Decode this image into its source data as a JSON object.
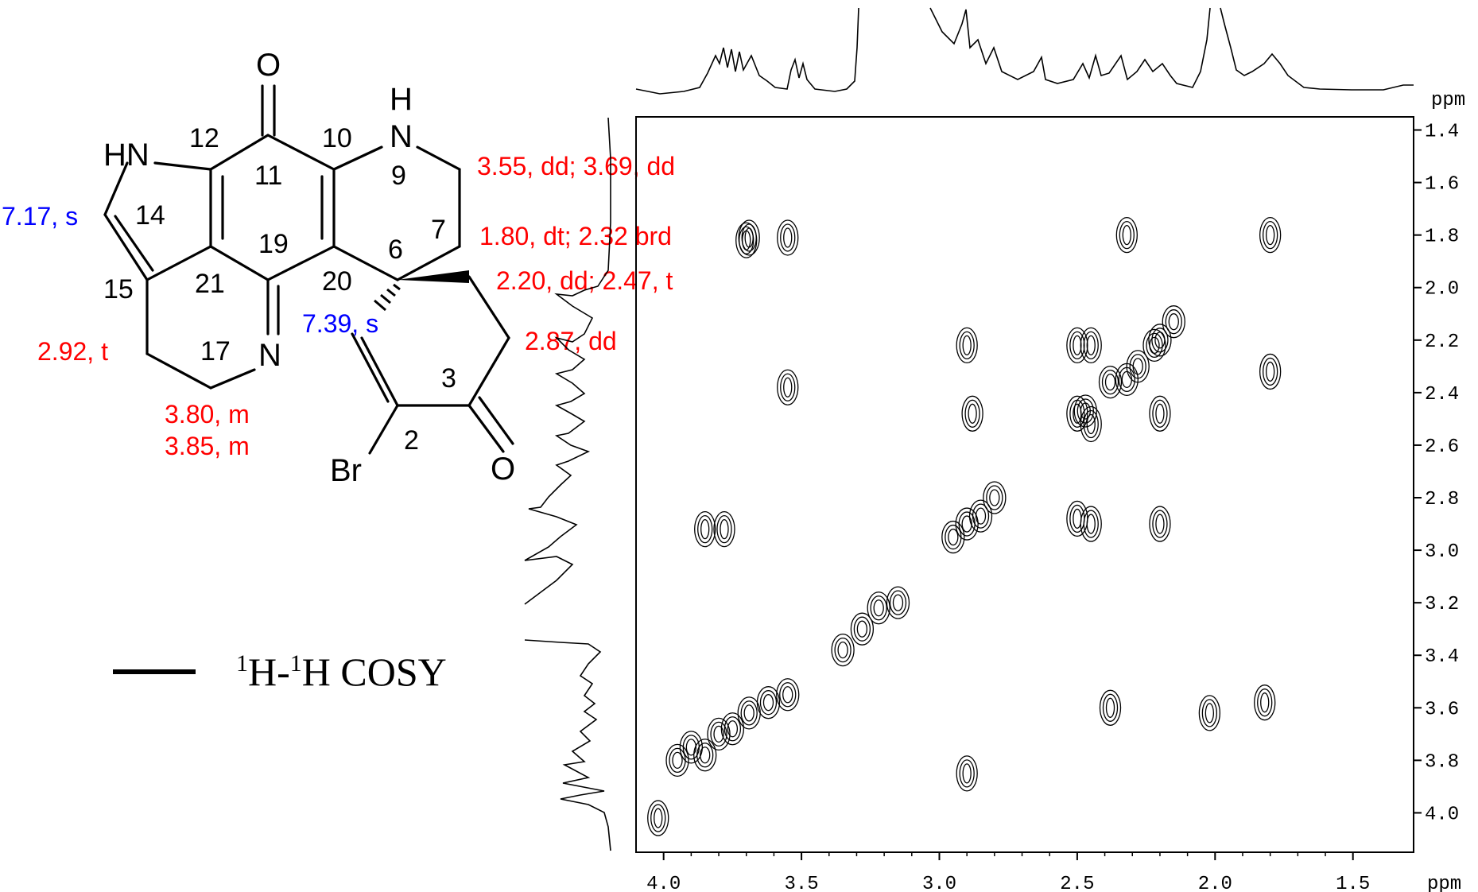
{
  "colors": {
    "red_shift": "#ff0000",
    "blue_shift": "#0000ff",
    "ink": "#000000"
  },
  "structure": {
    "atoms": {
      "o_top": "O",
      "nh_h": "H",
      "nh_n": "N",
      "hn": "HN",
      "n_ring": "N",
      "br": "Br",
      "o_bottom": "O"
    },
    "numbers": {
      "n12": "12",
      "n10": "10",
      "n11": "11",
      "n9": "9",
      "n14": "14",
      "n19": "19",
      "n7": "7",
      "n6": "6",
      "n15": "15",
      "n21": "21",
      "n20": "20",
      "n17": "17",
      "n3": "3",
      "n2": "2"
    },
    "shifts": {
      "h8": "3.55, dd; 3.69, dd",
      "h7": "1.80, dt; 2.32 brd",
      "h5": "2.20, dd; 2.47, t",
      "h4": "2.87, dd",
      "h16": "2.92, t",
      "h17a": "3.80, m",
      "h17b": "3.85, m",
      "h13": "7.17, s",
      "h1": "7.39, s"
    }
  },
  "legend": {
    "sup1": "1",
    "h1": "H-",
    "sup2": "1",
    "h2": "H COSY"
  },
  "chart_data": {
    "type": "heatmap",
    "title": "",
    "xlabel": "ppm",
    "ylabel": "ppm",
    "xlim": [
      4.1,
      1.28
    ],
    "ylim": [
      1.35,
      4.15
    ],
    "x_ticks": [
      4.0,
      3.5,
      3.0,
      2.5,
      2.0,
      1.5
    ],
    "x_tick_labels": [
      "4.0",
      "3.5",
      "3.0",
      "2.5",
      "2.0",
      "1.5"
    ],
    "y_ticks": [
      1.4,
      1.6,
      1.8,
      2.0,
      2.2,
      2.4,
      2.6,
      2.8,
      3.0,
      3.2,
      3.4,
      3.6,
      3.8,
      4.0
    ],
    "y_tick_labels": [
      "1.4",
      "1.6",
      "1.8",
      "2.0",
      "2.2",
      "2.4",
      "2.6",
      "2.8",
      "3.0",
      "3.2",
      "3.4",
      "3.6",
      "3.8",
      "4.0"
    ],
    "diagonal": [
      {
        "x": 3.95,
        "y": 3.8
      },
      {
        "x": 3.9,
        "y": 3.75
      },
      {
        "x": 3.85,
        "y": 3.78
      },
      {
        "x": 3.8,
        "y": 3.7
      },
      {
        "x": 3.75,
        "y": 3.68
      },
      {
        "x": 3.69,
        "y": 3.62
      },
      {
        "x": 3.62,
        "y": 3.58
      },
      {
        "x": 3.55,
        "y": 3.55
      },
      {
        "x": 3.35,
        "y": 3.38
      },
      {
        "x": 3.28,
        "y": 3.3
      },
      {
        "x": 3.22,
        "y": 3.22
      },
      {
        "x": 3.15,
        "y": 3.2
      },
      {
        "x": 2.95,
        "y": 2.95
      },
      {
        "x": 2.9,
        "y": 2.9
      },
      {
        "x": 2.85,
        "y": 2.87
      },
      {
        "x": 2.8,
        "y": 2.8
      },
      {
        "x": 2.47,
        "y": 2.47
      },
      {
        "x": 2.38,
        "y": 2.36
      },
      {
        "x": 2.32,
        "y": 2.35
      },
      {
        "x": 2.28,
        "y": 2.3
      },
      {
        "x": 2.22,
        "y": 2.22
      },
      {
        "x": 2.2,
        "y": 2.2
      },
      {
        "x": 2.15,
        "y": 2.13
      }
    ],
    "cross_peaks": [
      {
        "x": 3.69,
        "y": 1.81
      },
      {
        "x": 3.55,
        "y": 1.81
      },
      {
        "x": 3.55,
        "y": 2.38
      },
      {
        "x": 2.32,
        "y": 1.8
      },
      {
        "x": 1.8,
        "y": 1.8
      },
      {
        "x": 1.8,
        "y": 2.32
      },
      {
        "x": 1.82,
        "y": 3.58
      },
      {
        "x": 2.38,
        "y": 3.6
      },
      {
        "x": 2.02,
        "y": 3.62
      },
      {
        "x": 2.9,
        "y": 2.22
      },
      {
        "x": 2.88,
        "y": 2.48
      },
      {
        "x": 2.9,
        "y": 3.85
      },
      {
        "x": 2.5,
        "y": 2.22
      },
      {
        "x": 2.45,
        "y": 2.22
      },
      {
        "x": 2.5,
        "y": 2.48
      },
      {
        "x": 2.45,
        "y": 2.52
      },
      {
        "x": 2.2,
        "y": 2.48
      },
      {
        "x": 2.5,
        "y": 2.88
      },
      {
        "x": 2.45,
        "y": 2.9
      },
      {
        "x": 2.2,
        "y": 2.9
      },
      {
        "x": 3.85,
        "y": 2.92
      },
      {
        "x": 3.78,
        "y": 2.92
      },
      {
        "x": 4.02,
        "y": 4.02
      },
      {
        "x": 3.7,
        "y": 1.82
      }
    ]
  }
}
